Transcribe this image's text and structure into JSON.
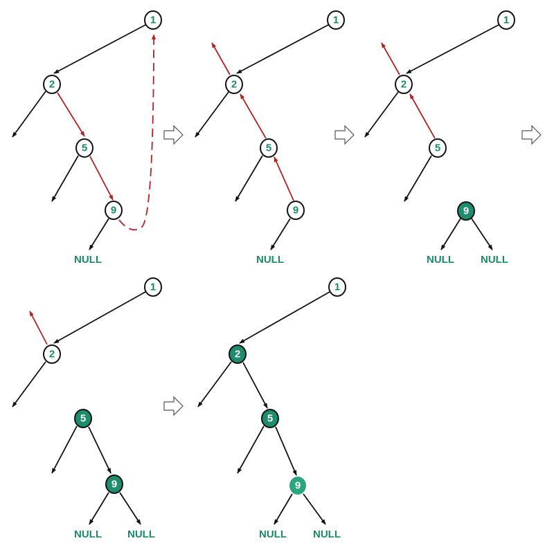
{
  "title": "Binary tree traversal steps",
  "null_label": "NULL",
  "colors": {
    "node_fill": "#1e8c6e",
    "node_fill_light": "#2aa57f",
    "text": "#1a8a6a",
    "path": "#b22222"
  },
  "panels": [
    {
      "nodes": [
        "1",
        "2",
        "5",
        "9"
      ],
      "nulls": [
        "NULL"
      ]
    },
    {
      "nodes": [
        "1",
        "2",
        "5",
        "9"
      ],
      "nulls": [
        "NULL"
      ]
    },
    {
      "nodes": [
        "1",
        "2",
        "5",
        "9"
      ],
      "nulls": [
        "NULL",
        "NULL"
      ]
    },
    {
      "nodes": [
        "1",
        "2",
        "5",
        "9"
      ],
      "nulls": [
        "NULL",
        "NULL"
      ]
    },
    {
      "nodes": [
        "1",
        "2",
        "5",
        "9"
      ],
      "nulls": [
        "NULL",
        "NULL"
      ]
    }
  ]
}
